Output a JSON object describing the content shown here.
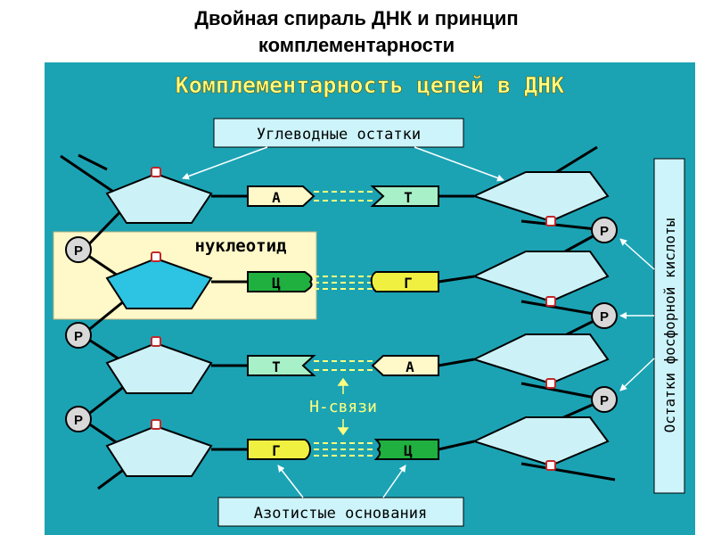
{
  "page": {
    "title_line1": "Двойная спираль ДНК и принцип",
    "title_line2": "комплементарности"
  },
  "diagram": {
    "banner": "Комплементарность цепей в ДНК",
    "sugar_label": "Углеводные остатки",
    "nucleotide_label": "нуклеотид",
    "hbond_label": "Н-связи",
    "nitrogen_label": "Азотистые основания",
    "phosphate_label": "Остатки фосфорной кислоты",
    "phosphate_symbol": "Р",
    "pairs": [
      {
        "left": "А",
        "right": "Т"
      },
      {
        "left": "Ц",
        "right": "Г"
      },
      {
        "left": "Т",
        "right": "А"
      },
      {
        "left": "Г",
        "right": "Ц"
      }
    ]
  },
  "colors": {
    "background": "#1ba3b4",
    "pentagon": "#ccf2f8",
    "pentagon_highlight": "#2dc3e2",
    "nucleotide_box": "#fff8c8",
    "base_A": "#fff8c8",
    "base_T": "#a8f0c8",
    "base_C": "#20b040",
    "base_G": "#f0f040",
    "label_box": "#ccf4fa",
    "banner_text": "#ffff80"
  }
}
